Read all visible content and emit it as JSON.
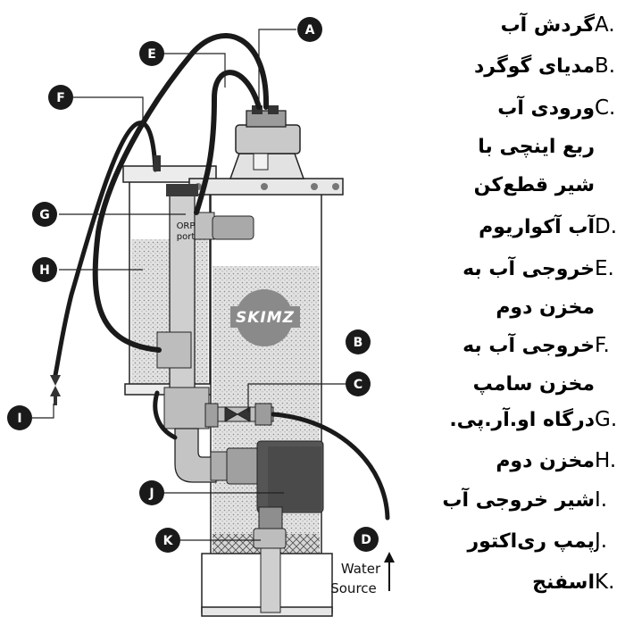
{
  "diagram": {
    "brand": "SKIMZ",
    "orp_label_line1": "ORP",
    "orp_label_line2": "port",
    "water_source_line1": "Water",
    "water_source_line2": "Source",
    "badges": [
      "A",
      "B",
      "C",
      "D",
      "E",
      "F",
      "G",
      "H",
      "I",
      "J",
      "K"
    ]
  },
  "legend": [
    {
      "letter": "A.",
      "text": "گردش آب"
    },
    {
      "letter": "B.",
      "text": "مدیای گوگرد"
    },
    {
      "letter": "C.",
      "text": "ورودی آب ربع اینچی با شیر قطع‌کن"
    },
    {
      "letter": "D.",
      "text": "آب آکواریوم"
    },
    {
      "letter": "E.",
      "text": "خروجی آب به مخزن دوم"
    },
    {
      "letter": "F.",
      "text": "خروجی آب به مخزن سامپ"
    },
    {
      "letter": "G.",
      "text": "درگاه او.آر.پی."
    },
    {
      "letter": "H.",
      "text": "مخزن دوم"
    },
    {
      "letter": "I.",
      "text": "شیر خروجی آب"
    },
    {
      "letter": "J.",
      "text": "پمپ ری‌اکتور"
    },
    {
      "letter": "K.",
      "text": "اسفنج"
    }
  ],
  "colors": {
    "badge": "#1a1a1a",
    "tube": "#1a1a1a",
    "media_fill": "#d9d9d9",
    "pump": "#555555",
    "pipe": "#c8c8c8"
  }
}
